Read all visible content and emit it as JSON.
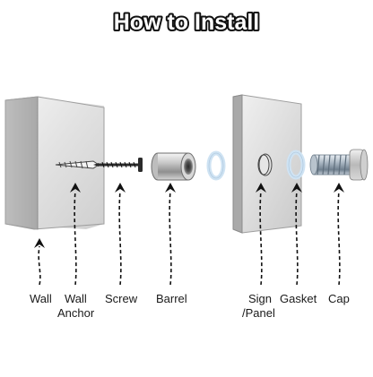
{
  "title": "How to Install",
  "parts": {
    "wall": "Wall",
    "wall_anchor": [
      "Wall",
      "Anchor"
    ],
    "screw": "Screw",
    "barrel": "Barrel",
    "sign_panel": [
      "Sign",
      "/Panel"
    ],
    "gasket": "Gasket",
    "cap": "Cap"
  },
  "colors": {
    "metal_light": "#e8e8e8",
    "metal_dark": "#9a9a9a",
    "gasket_blue": "#d3e6f5",
    "arrow": "#111111"
  }
}
